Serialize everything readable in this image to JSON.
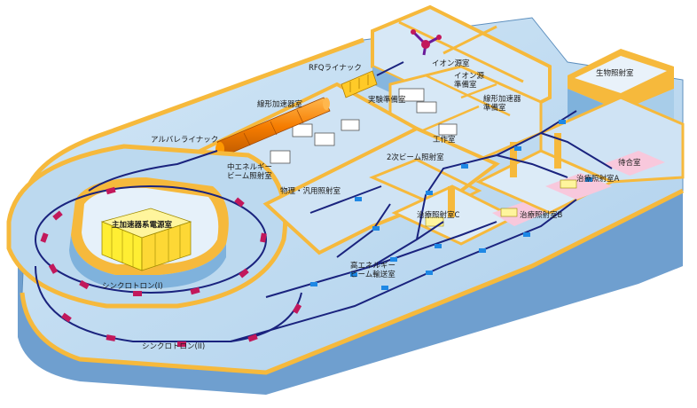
{
  "labels": {
    "ion_source_room": "イオン源室",
    "rfq_linac": "RFQライナック",
    "bio_room": "生物照射室",
    "ion_source_prep": "イオン源\n準備室",
    "linac_prep": "線形加速器\n準備室",
    "experiment_prep": "実験準備室",
    "workshop": "工作室",
    "linear_accelerator_room": "線形加速器室",
    "alvarez_linac": "アルバレライナック",
    "medium_energy_room": "中エネルギー\nビーム照射室",
    "secondary_beam_room": "2次ビーム照射室",
    "waiting_room": "待合室",
    "treatment_a": "治療照射室A",
    "treatment_b": "治療照射室B",
    "treatment_c": "治療照射室C",
    "physics_room": "物理・汎用照射室",
    "main_power_room": "主加速器系電源室",
    "high_energy_transport": "高エネルギー\nビーム輸送室",
    "synchrotron_1": "シンクロトロン(I)",
    "synchrotron_2": "シンクロトロン(II)"
  },
  "colors": {
    "floor": "#b9d8ef",
    "wall_top": "#f6b93c",
    "wall_side": "#7fb2dc",
    "room_floor": "#dcebf7",
    "beamline": "#1a237e",
    "magnet_red": "#c2185b",
    "magnet_blue": "#1e88e5",
    "power_units": "#ffee33",
    "linac_orange": "#f57c00",
    "treatment_pink": "#f8c8dc"
  }
}
